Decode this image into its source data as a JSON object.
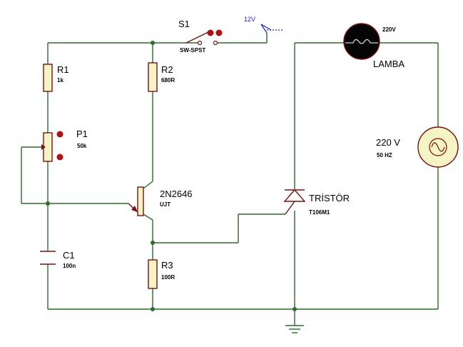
{
  "components": {
    "switch": {
      "name": "S1",
      "value": "SW-SPST"
    },
    "supply": {
      "label": "12V"
    },
    "r1": {
      "name": "R1",
      "value": "1k"
    },
    "r2": {
      "name": "R2",
      "value": "680R"
    },
    "p1": {
      "name": "P1",
      "value": "50k"
    },
    "transistor": {
      "name": "2N2646",
      "value": "UJT"
    },
    "c1": {
      "name": "C1",
      "value": "100n"
    },
    "r3": {
      "name": "R3",
      "value": "100R"
    },
    "thyristor": {
      "name": "TRİSTÖR",
      "value": "T106M1"
    },
    "lamp": {
      "name": "LAMBA",
      "value": "220V"
    },
    "ac_source": {
      "name": "220 V",
      "value": "50 HZ"
    }
  },
  "colors": {
    "wire": "#2b6b2b",
    "component_outline": "#7a1010",
    "component_fill": "#f4f4c4",
    "pin_dot": "#b01010",
    "supply_label": "#1a1ad0"
  }
}
